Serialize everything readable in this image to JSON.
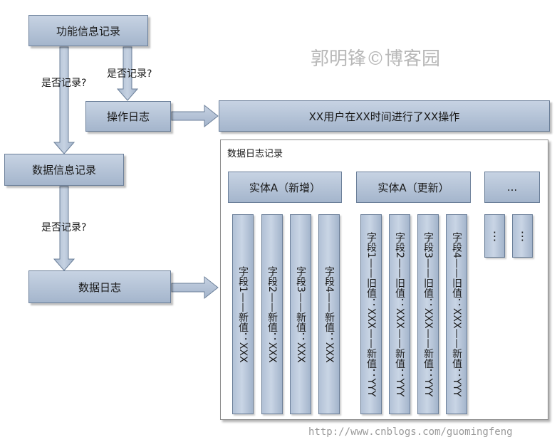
{
  "watermark": "郭明锋©博客园",
  "url": "http://www.cnblogs.com/guomingfeng",
  "nodes": {
    "func_info_record": "功能信息记录",
    "operation_log": "操作日志",
    "data_info_record": "数据信息记录",
    "data_log": "数据日志",
    "operation_desc": "XX用户在XX时间进行了XX操作"
  },
  "questions": {
    "q1": "是否记录?",
    "q2": "是否记录?",
    "q3": "是否记录?"
  },
  "panel": {
    "title": "数据日志记录",
    "entity_add": "实体A（新增）",
    "entity_update": "实体A（更新）",
    "entity_more": "...",
    "add_fields": [
      "字段1——新值：XXX",
      "字段2——新值：XXX",
      "字段3——新值：XXX",
      "字段4——新值：XXX"
    ],
    "update_fields": [
      "字段1——旧值：XXX——新值：YYY",
      "字段2——旧值：XXX——新值：YYY",
      "字段3——旧值：XXX——新值：YYY",
      "字段4——旧值：XXX——新值：YYY"
    ],
    "more_fields": [
      "⋮",
      "⋮"
    ]
  },
  "colors": {
    "box_fill_top": "#c7d3e3",
    "box_fill_bottom": "#a4b5cc",
    "border": "#6b7f99"
  }
}
